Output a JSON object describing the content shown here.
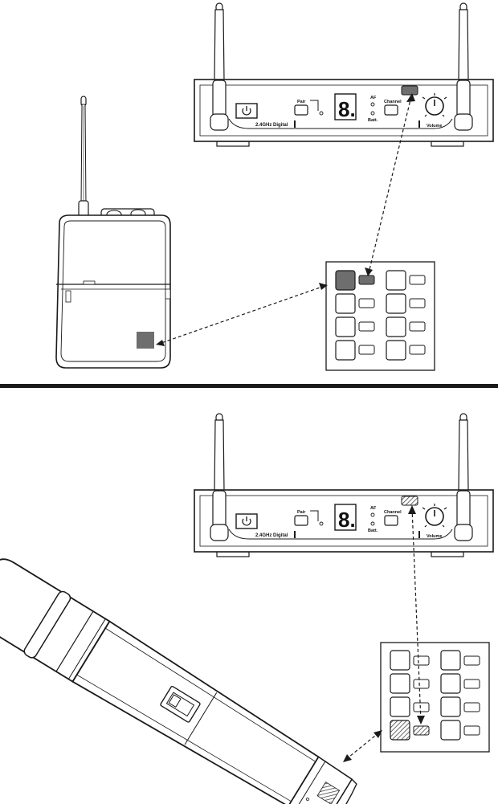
{
  "receiver": {
    "pair_label": "Pair",
    "display_digit": "8.",
    "af_label": "AF",
    "batt_label": "Batt.",
    "channel_label": "Channel",
    "brand_text": "2.4GHz Digital",
    "volume_label": "Volume"
  },
  "colors": {
    "line": "#1a1a1a",
    "highlight": "#6e6e6e",
    "separator": "#1a1a1a"
  },
  "icons": {
    "power": "power-icon",
    "antenna": "antenna-icon",
    "volume_knob": "volume-knob-icon",
    "hatch": "hatched-indicator-icon"
  }
}
